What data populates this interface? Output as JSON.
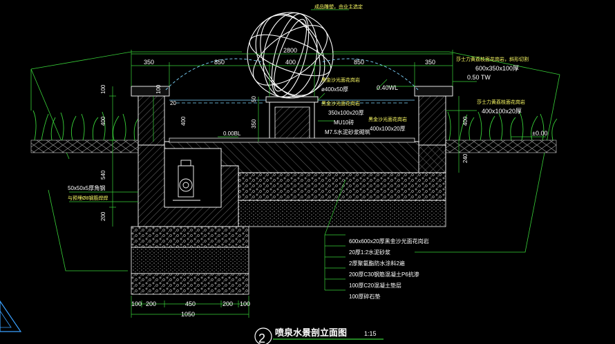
{
  "title": {
    "number": "2",
    "text": "喷泉水景剖立面图",
    "scale": "1:15"
  },
  "top_note": "成品雕塑，由业主选定",
  "dimensions": {
    "overall": "2800",
    "segments": [
      "350",
      "850",
      "400",
      "850",
      "350"
    ],
    "bottom_segments": [
      "100",
      "200",
      "450",
      "200",
      "100"
    ],
    "bottom_total": "1050",
    "left_vertical": [
      "100",
      "400",
      "540",
      "200"
    ],
    "inner_vertical": [
      "100",
      "20",
      "400"
    ],
    "center_vertical": [
      "50",
      "350"
    ],
    "right_vertical": [
      "400",
      "240"
    ]
  },
  "levels": {
    "water_level": "0.40WL",
    "bottom_level": "0.00BL",
    "top_wall": "0.50 TW",
    "ground": "±0.00"
  },
  "annotations": {
    "cap_granite": "黑金沙光面花岗岩",
    "cap_size": "ø400x50厚",
    "wall_granite": "黑金沙光面花岗岩",
    "wall_size": "350x100x20厚",
    "brick": "MU10砖",
    "mortar": "M7.5水泥砂浆砌筑",
    "floor_granite": "黑金沙光面花岗岩",
    "floor_size": "400x100x20厚",
    "coping_note": "莎士力黄荔枝面花岗岩，斜形切割",
    "coping_size": "600x350x100厚",
    "right_granite": "莎士力黄荔枝面花岗岩",
    "right_size": "400x100x20厚",
    "angle_steel": "50x50x5厚角钢",
    "angle_steel_2": "与预埋Ø8钢筋焊焊"
  },
  "layers": [
    "600x600x20厚黑金沙光面花岗岩",
    "20厚1:2水泥砂浆",
    "2厚聚氨酯防水涂料2遍",
    "200厚C30钢筋混凝土P6抗渗",
    "100厚C20混凝土垫层",
    "100厚碎石垫"
  ]
}
